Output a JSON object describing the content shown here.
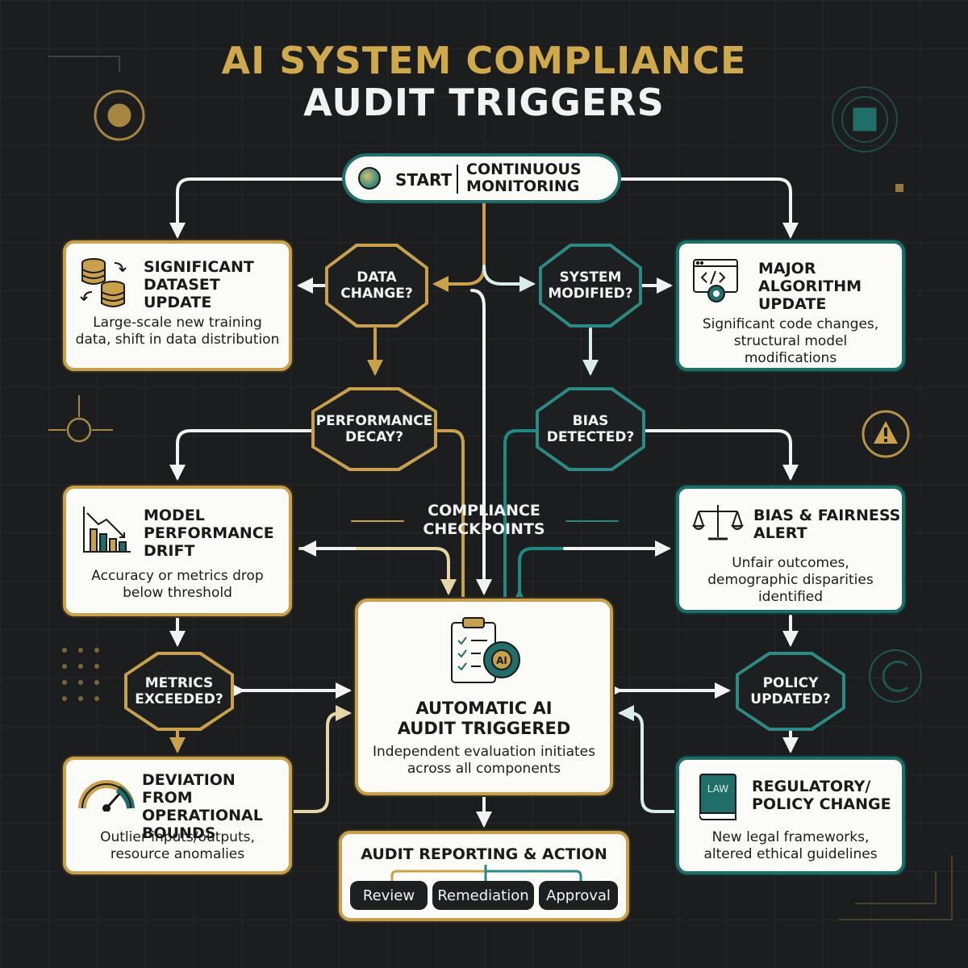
{
  "title": {
    "line1": "AI SYSTEM COMPLIANCE",
    "line2": "AUDIT TRIGGERS"
  },
  "start": {
    "label": "START",
    "monitor_line1": "CONTINUOUS",
    "monitor_line2": "MONITORING"
  },
  "decisions": {
    "data_change": "DATA CHANGE?",
    "system_modified": "SYSTEM MODIFIED?",
    "performance_decay": "PERFORMANCE DECAY?",
    "bias_detected": "BIAS DETECTED?",
    "metrics_exceeded": "METRICS EXCEEDED?",
    "policy_updated": "POLICY UPDATED?"
  },
  "checkpoints": {
    "line1": "COMPLIANCE",
    "line2": "CHECKPOINTS"
  },
  "triggers": {
    "dataset": {
      "line1": "SIGNIFICANT",
      "line2": "DATASET",
      "line3": "UPDATE",
      "desc": "Large-scale new training data, shift in data distribution"
    },
    "algorithm": {
      "line1": "MAJOR",
      "line2": "ALGORITHM",
      "line3": "UPDATE",
      "desc": "Significant code changes, structural model modifications"
    },
    "drift": {
      "line1": "MODEL",
      "line2": "PERFORMANCE",
      "line3": "DRIFT",
      "desc": "Accuracy or metrics drop below threshold"
    },
    "bias": {
      "line1": "BIAS & FAIRNESS",
      "line2": "ALERT",
      "desc": "Unfair outcomes, demographic disparities identified"
    },
    "deviation": {
      "line1": "DEVIATION FROM",
      "line2": "OPERATIONAL",
      "line3": "BOUNDS",
      "desc": "Outlier inputs/outputs, resource anomalies"
    },
    "regulatory": {
      "line1": "REGULATORY/",
      "line2": "POLICY CHANGE",
      "desc": "New legal frameworks, altered ethical guidelines"
    }
  },
  "center": {
    "line1": "AUTOMATIC AI",
    "line2": "AUDIT TRIGGERED",
    "desc": "Independent evaluation initiates across all components",
    "icon_text": "AI"
  },
  "reporting": {
    "title": "AUDIT REPORTING & ACTION",
    "actions": [
      "Review",
      "Remediation",
      "Approval"
    ]
  },
  "law_icon_text": "LAW",
  "colors": {
    "gold": "#c9a14a",
    "teal": "#1f6e6a",
    "teal_light": "#2a8a84",
    "line": "#f2f2f2",
    "bg": "#1b1d1f"
  },
  "icons": [
    "database-sync-icon",
    "code-gear-icon",
    "bar-chart-down-icon",
    "scales-icon",
    "clipboard-brain-icon",
    "gauge-icon",
    "law-book-icon",
    "warning-icon"
  ]
}
